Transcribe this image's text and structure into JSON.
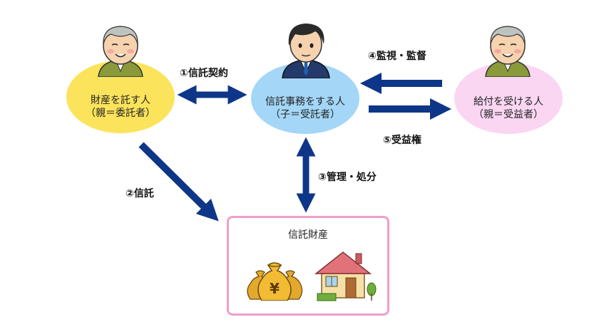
{
  "nodes": {
    "settlor": {
      "line1": "財産を託す人",
      "line2": "（親＝委託者）"
    },
    "trustee": {
      "line1": "信託事務をする人",
      "line2": "（子＝受託者）"
    },
    "beneficiary": {
      "line1": "給付を受ける人",
      "line2": "（親＝受益者）"
    }
  },
  "labels": {
    "contract": "①信託契約",
    "entrust": "②信託",
    "manage": "③管理・処分",
    "monitor": "④監視・監督",
    "benefit": "⑤受益権"
  },
  "asset": {
    "title": "信託財産",
    "money_symbol": "¥"
  },
  "colors": {
    "arrow": "#0e3688",
    "settlor_bg": "#fbe35c",
    "trustee_bg": "#a3d6f7",
    "beneficiary_bg": "#fad6f3",
    "asset_border": "#f09ecc"
  }
}
